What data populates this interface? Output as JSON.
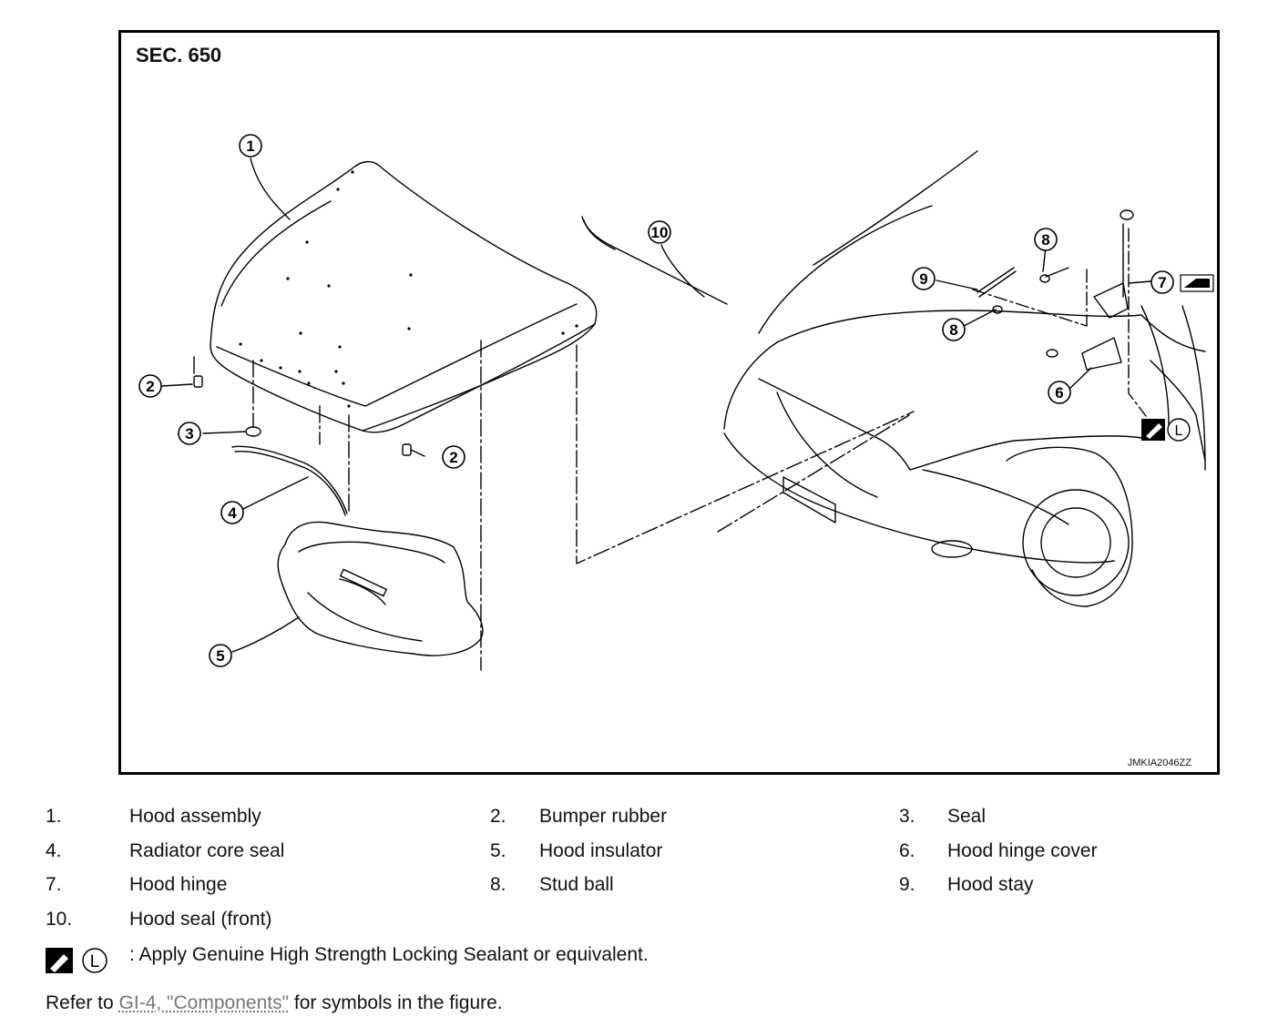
{
  "figure": {
    "section": "SEC. 650",
    "code": "JMKIA2046ZZ",
    "callouts": [
      "1",
      "2",
      "2",
      "3",
      "4",
      "5",
      "6",
      "7",
      "8",
      "8",
      "9",
      "10"
    ],
    "sealant_symbol_letter": "L"
  },
  "legend": [
    {
      "num": "1.",
      "label": "Hood assembly"
    },
    {
      "num": "2.",
      "label": "Bumper rubber"
    },
    {
      "num": "3.",
      "label": "Seal"
    },
    {
      "num": "4.",
      "label": "Radiator core seal"
    },
    {
      "num": "5.",
      "label": "Hood insulator"
    },
    {
      "num": "6.",
      "label": "Hood hinge cover"
    },
    {
      "num": "7.",
      "label": "Hood hinge"
    },
    {
      "num": "8.",
      "label": "Stud ball"
    },
    {
      "num": "9.",
      "label": "Hood stay"
    },
    {
      "num": "10.",
      "label": "Hood seal (front)"
    }
  ],
  "note": {
    "symbol_letter": "L",
    "text": ": Apply Genuine High Strength Locking Sealant or equivalent."
  },
  "refer": {
    "prefix": "Refer to ",
    "link": "GI-4, \"Components\"",
    "suffix": " for symbols in the figure."
  }
}
